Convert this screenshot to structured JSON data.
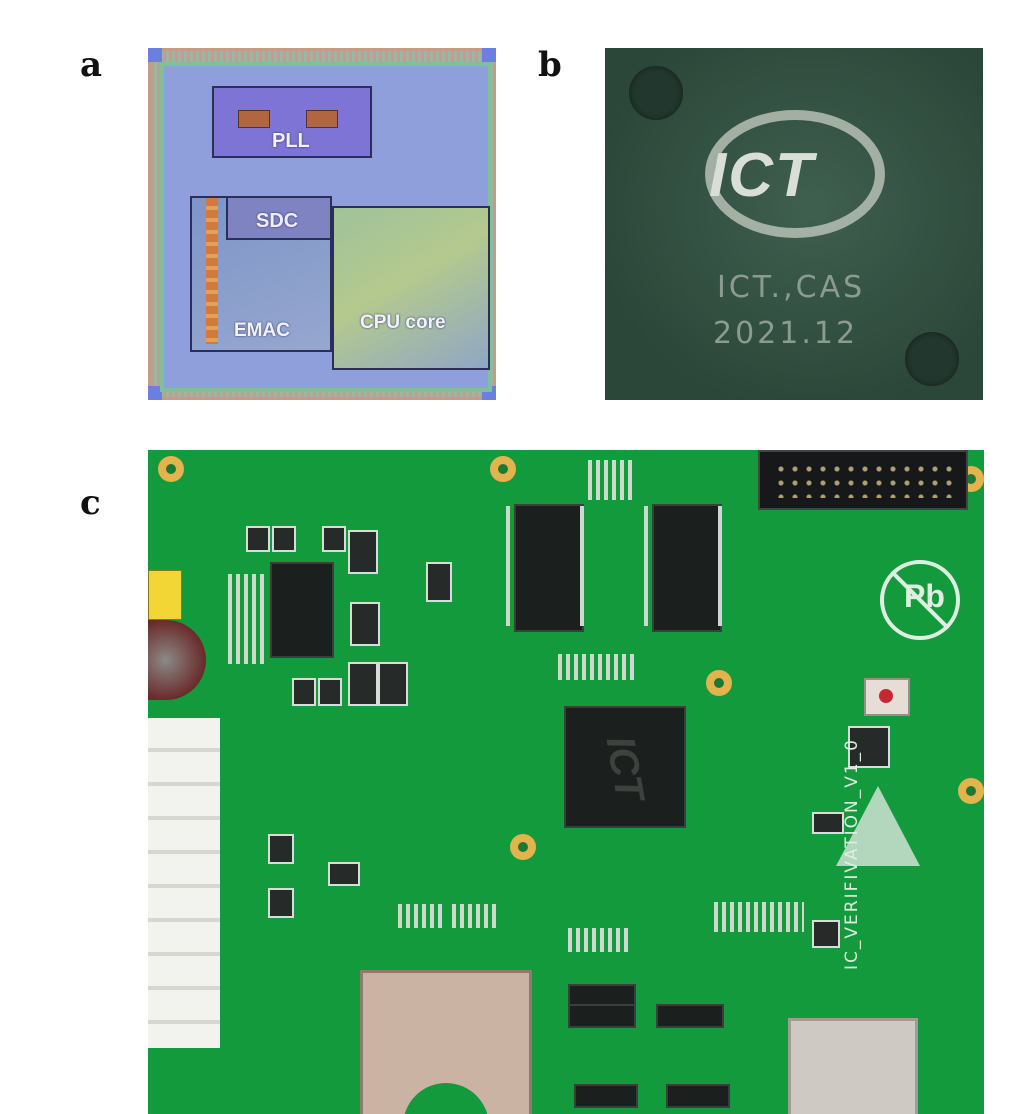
{
  "labels": {
    "a": "a",
    "b": "b",
    "c": "c"
  },
  "die": {
    "blocks": {
      "pll": "PLL",
      "sdc": "SDC",
      "emac": "EMAC",
      "cpu": "CPU core"
    }
  },
  "chip": {
    "logo": "ICT",
    "line1": "ICT.,CAS",
    "line2": "2021.12"
  },
  "board": {
    "silkscreen_vertical": "IC_VERIFIVATION_V1_0",
    "chip_logo": "ICT",
    "pb_symbol": "Pb"
  },
  "colors": {
    "die_core": "#8f9fdc",
    "chip_body": "#2f4b3e",
    "pcb_green": "#139a3c"
  }
}
